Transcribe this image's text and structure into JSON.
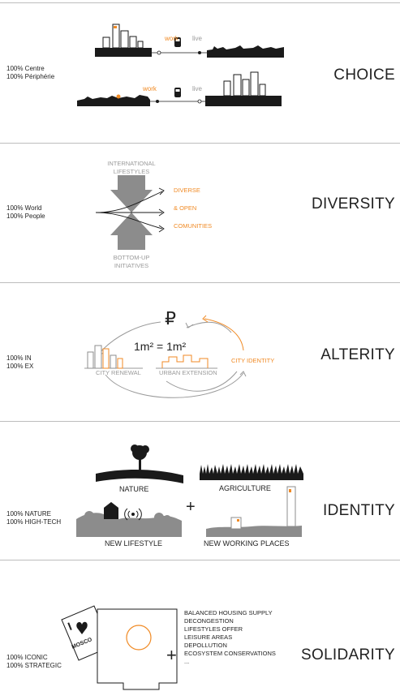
{
  "sections": [
    {
      "title": "CHOICE",
      "label_lines": [
        "100% Centre",
        "100% Périphérie"
      ],
      "diagram": {
        "work": "work",
        "live": "live",
        "work2": "work",
        "live2": "live"
      }
    },
    {
      "title": "DIVERSITY",
      "label_lines": [
        "100% World",
        "100% People"
      ],
      "diagram": {
        "top_lines": [
          "INTERNATIONAL",
          "LIFESTYLES"
        ],
        "bottom_lines": [
          "BOTTOM-UP",
          "INITIATIVES"
        ],
        "outputs": [
          "DIVERSE",
          "& OPEN",
          "COMUNITIES"
        ]
      }
    },
    {
      "title": "ALTERITY",
      "label_lines": [
        "100% IN",
        "100% EX"
      ],
      "diagram": {
        "currency": "₽",
        "equation": "1m² = 1m²",
        "city_renewal": "CITY RENEWAL",
        "urban_extension": "URBAN EXTENSION",
        "city_identity": "CITY IDENTITY"
      }
    },
    {
      "title": "IDENTITY",
      "label_lines": [
        "100% NATURE",
        "100% HIGH-TECH"
      ],
      "diagram": {
        "nature": "NATURE",
        "agriculture": "AGRICULTURE",
        "plus": "+",
        "new_lifestyle": "NEW LIFESTYLE",
        "new_working_places": "NEW WORKING PLACES"
      }
    },
    {
      "title": "SOLIDARITY",
      "label_lines": [
        "100% ICONIC",
        "100% STRATEGIC"
      ],
      "diagram": {
        "card_text": "MOSCO",
        "card_i": "I",
        "plus": "+",
        "list": [
          "BALANCED HOUSING SUPPLY",
          "DECONGESTION",
          "LIFESTYLES OFFER",
          "LEISURE AREAS",
          "DEPOLLUTION",
          "ECOSYSTEM CONSERVATIONS",
          "..."
        ]
      }
    }
  ],
  "colors": {
    "accent": "#f08a24",
    "dark": "#1a1a1a",
    "grey": "#8c8c8c",
    "line": "#bdbdbd"
  }
}
